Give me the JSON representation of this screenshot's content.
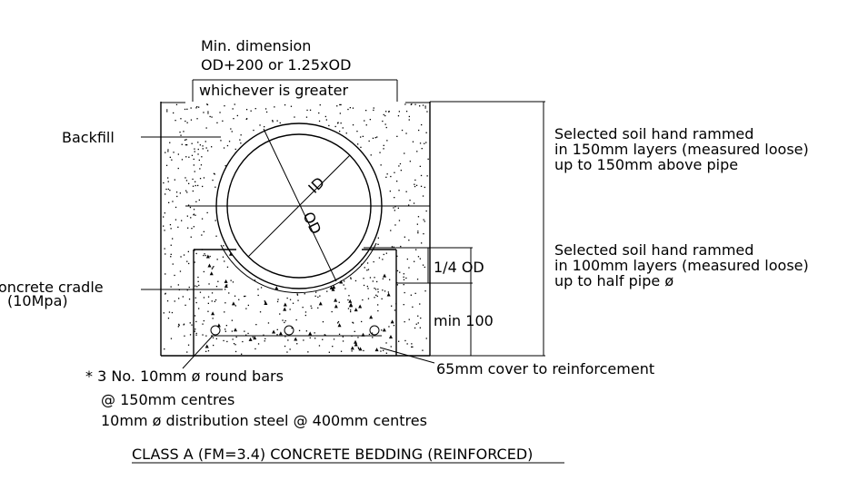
{
  "drawing": {
    "min_dimension": [
      "Min. dimension",
      "OD+200  or  1.25xOD",
      "whichever  is  greater"
    ],
    "backfill_label": "Backfill",
    "cradle_label": [
      "oncrete  cradle",
      "(10Mpa)"
    ],
    "id_label": "ID",
    "od_label": "OD",
    "upper_note": [
      "Selected  soil  hand  rammed",
      "in  150mm  layers  (measured  loose)",
      "up  to  150mm  above  pipe"
    ],
    "lower_note": [
      "Selected  soil  hand  rammed",
      "in  100mm  layers  (measured  loose)",
      "up  to  half  pipe  ø"
    ],
    "quarter_od": "1/4  OD",
    "min_100": "min  100",
    "cover_note": "65mm  cover  to  reinforcement",
    "bars_note": [
      "*  3  No.  10mm  ø  round  bars",
      "@  150mm  centres",
      "10mm  ø  distribution  steel  @  400mm  centres"
    ],
    "title": "CLASS  A  (FM=3.4)  CONCRETE  BEDDING  (REINFORCED)"
  }
}
